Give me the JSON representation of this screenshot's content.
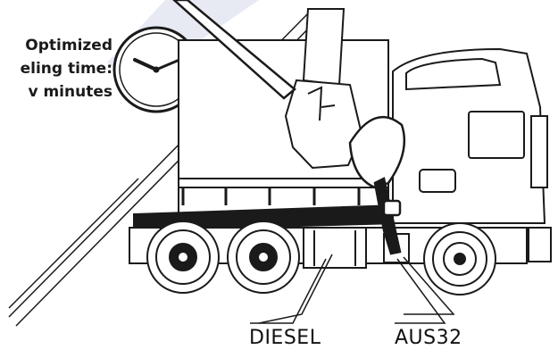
{
  "caption": {
    "line1": "Optimized",
    "line2": "eling time:",
    "line3": "v minutes"
  },
  "labels": {
    "diesel": "DIESEL",
    "aus32": "AUS32"
  },
  "colors": {
    "line": "#1a1a1a",
    "watermark": "#dde0ee",
    "background": "#ffffff"
  },
  "icons": [
    "clock-icon",
    "fuel-nozzle-icon",
    "glove-hand-icon",
    "truck-icon"
  ]
}
